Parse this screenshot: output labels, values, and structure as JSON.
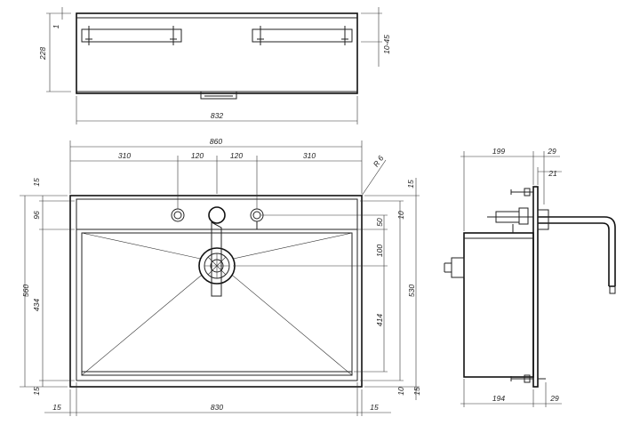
{
  "top_view": {
    "width": "832",
    "height": "228",
    "depth_small": "1",
    "rail_height": "10-45"
  },
  "front_view": {
    "overall_width": "860",
    "inner_width": "830",
    "seg_left": "310",
    "seg_mid_left": "120",
    "seg_mid_right": "120",
    "seg_right": "310",
    "radius": "R 6",
    "overall_height": "560",
    "inner_height": "530",
    "left_top": "15",
    "left_96": "96",
    "left_434": "434",
    "left_bottom": "15",
    "bottom_left": "15",
    "bottom_right": "15",
    "right_top": "15",
    "right_10_top": "10",
    "right_50": "50",
    "right_100": "100",
    "right_414": "414",
    "right_10_bottom": "10",
    "right_15_bottom": "15"
  },
  "side_view": {
    "top_width": "199",
    "top_29": "29",
    "top_21": "21",
    "bottom_width": "194",
    "bottom_29": "29"
  }
}
